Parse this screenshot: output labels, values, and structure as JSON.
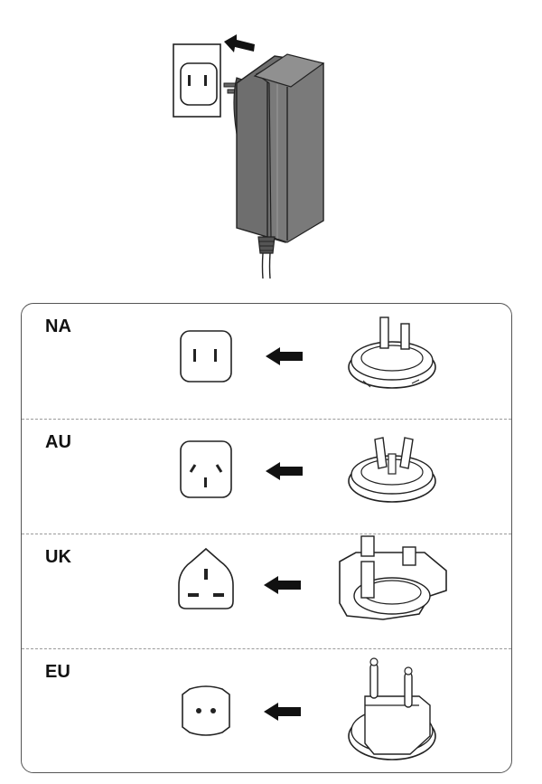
{
  "regions": [
    {
      "code": "NA"
    },
    {
      "code": "AU"
    },
    {
      "code": "UK"
    },
    {
      "code": "EU"
    }
  ],
  "colors": {
    "line": "#222222",
    "adapter_fill": "#707070",
    "adapter_dark": "#555555",
    "arrow": "#111111"
  },
  "icons": [
    "power-adapter-icon",
    "wall-outlet-icon",
    "insert-arrow-icon",
    "socket-icon",
    "plug-adapter-icon"
  ]
}
